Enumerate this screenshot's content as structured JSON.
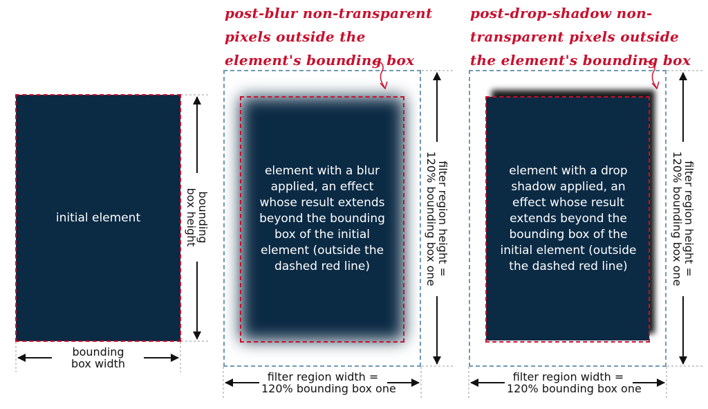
{
  "panel1": {
    "element_label": "initial element",
    "height_label": "bounding\nbox height",
    "width_label": "bounding\nbox width"
  },
  "panel2": {
    "caption_line1": "post-blur non-transparent",
    "caption_line2": "pixels outside the",
    "caption_line3": "element's bounding box",
    "element_label": "element with a blur applied, an effect whose result extends beyond the bounding box of the initial element (outside the dashed red line)",
    "height_label": "filter region height =\n120% bounding box one",
    "width_label": "filter region width =\n120% bounding box one"
  },
  "panel3": {
    "caption_line1": "post-drop-shadow non-",
    "caption_line2": "transparent pixels outside",
    "caption_line3": "the element's bounding box",
    "element_label": "element with a drop shadow applied, an effect whose result extends beyond the bounding box of the initial element (outside the dashed red line)",
    "height_label": "filter region height =\n120% bounding box one",
    "width_label": "filter region width =\n120% bounding box one"
  },
  "colors": {
    "element_fill": "#0b2a44",
    "bounding_box_dash": "#c8102e",
    "filter_region_dash": "#6f98b5",
    "caption": "#c8102e"
  }
}
